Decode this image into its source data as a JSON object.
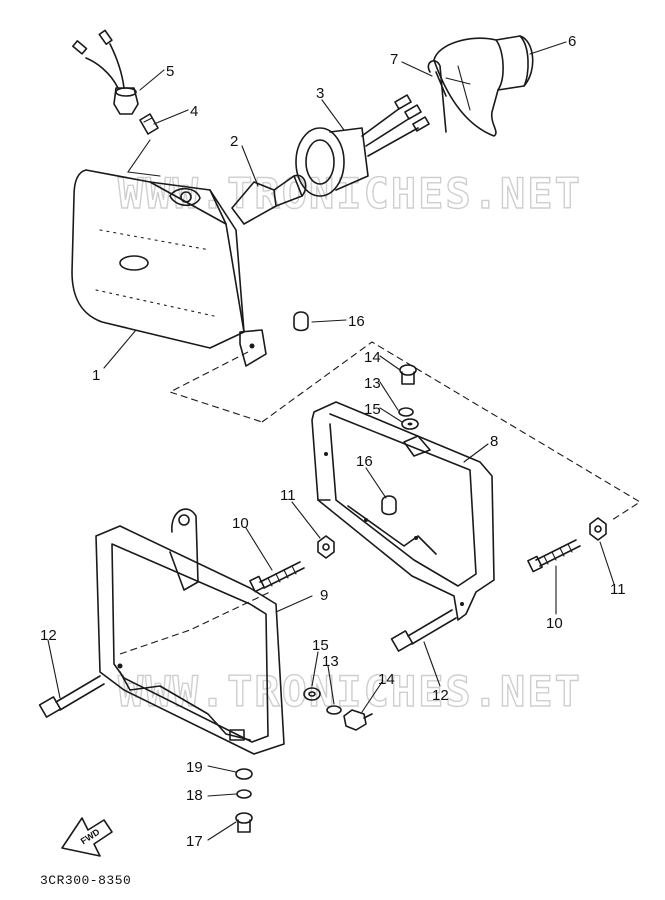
{
  "watermark": "WWW.TRONICHES.NET",
  "diagram_code": "3CR300-8350",
  "fwd_label": "FWD",
  "callouts": [
    {
      "id": "c1",
      "label": "1"
    },
    {
      "id": "c2",
      "label": "2"
    },
    {
      "id": "c3",
      "label": "3"
    },
    {
      "id": "c4",
      "label": "4"
    },
    {
      "id": "c5",
      "label": "5"
    },
    {
      "id": "c6",
      "label": "6"
    },
    {
      "id": "c7",
      "label": "7"
    },
    {
      "id": "c8",
      "label": "8"
    },
    {
      "id": "c9",
      "label": "9"
    },
    {
      "id": "c10a",
      "label": "10"
    },
    {
      "id": "c10b",
      "label": "10"
    },
    {
      "id": "c11a",
      "label": "11"
    },
    {
      "id": "c11b",
      "label": "11"
    },
    {
      "id": "c12a",
      "label": "12"
    },
    {
      "id": "c12b",
      "label": "12"
    },
    {
      "id": "c13a",
      "label": "13"
    },
    {
      "id": "c13b",
      "label": "13"
    },
    {
      "id": "c14a",
      "label": "14"
    },
    {
      "id": "c14b",
      "label": "14"
    },
    {
      "id": "c15a",
      "label": "15"
    },
    {
      "id": "c15b",
      "label": "15"
    },
    {
      "id": "c16a",
      "label": "16"
    },
    {
      "id": "c16b",
      "label": "16"
    },
    {
      "id": "c17",
      "label": "17"
    },
    {
      "id": "c18",
      "label": "18"
    },
    {
      "id": "c19",
      "label": "19"
    }
  ]
}
